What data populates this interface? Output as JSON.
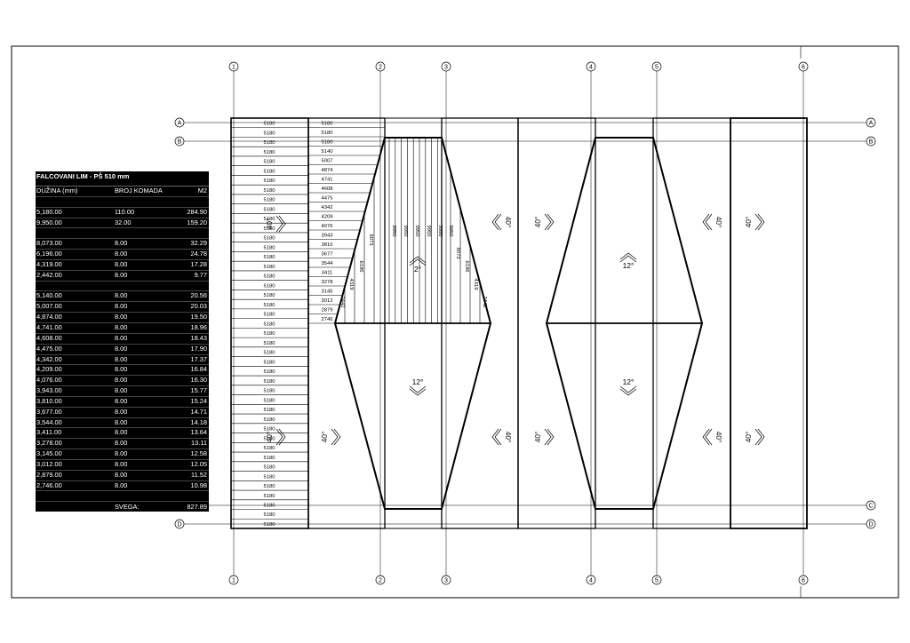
{
  "grid": {
    "columns": [
      "1",
      "2",
      "3",
      "4",
      "5",
      "6"
    ],
    "rows": [
      "A",
      "B",
      "C",
      "D"
    ]
  },
  "strip_labels": {
    "left_strips": [
      "5180",
      "5180",
      "5180",
      "5180",
      "5180",
      "5180",
      "5180",
      "5180",
      "5180",
      "5180",
      "5180",
      "5180",
      "5180",
      "5180",
      "5180",
      "5180",
      "5180",
      "5180",
      "5180",
      "5180",
      "5180",
      "5180",
      "5180",
      "5180",
      "5180",
      "5180",
      "5180",
      "5180",
      "5180",
      "5180",
      "5180",
      "5180",
      "5180",
      "5180",
      "5180",
      "5180",
      "5180",
      "5180",
      "5180",
      "5180",
      "5180",
      "5180",
      "5180"
    ],
    "middle_strips": [
      "5180",
      "5180",
      "5180",
      "5140",
      "5007",
      "4874",
      "4741",
      "4608",
      "4475",
      "4342",
      "4209",
      "4076",
      "3943",
      "3810",
      "3677",
      "3544",
      "3411",
      "3278",
      "3145",
      "3012",
      "2879",
      "2746"
    ],
    "vertical_center": [
      "9950",
      "9950",
      "9950",
      "9950",
      "9950",
      "9950"
    ],
    "vertical_left": [
      "8073",
      "6196",
      "4319",
      "2442"
    ],
    "vertical_right": [
      "8073",
      "6196",
      "4319",
      "2442"
    ]
  },
  "slopes": {
    "s40": "40°",
    "s12": "12°",
    "s2": "2°"
  },
  "table": {
    "title": "FALCOVANI LIM - PŠ 510 mm",
    "headers": [
      "DUŽINA (mm)",
      "BROJ KOMADA",
      "M2"
    ],
    "groups": [
      [
        [
          "5,180.00",
          "110.00",
          "284.90"
        ],
        [
          "9,950.00",
          "32.00",
          "159.20"
        ]
      ],
      [
        [
          "8,073.00",
          "8.00",
          "32.29"
        ],
        [
          "6,196.00",
          "8.00",
          "24.78"
        ],
        [
          "4,319.00",
          "8.00",
          "17.28"
        ],
        [
          "2,442.00",
          "8.00",
          "9.77"
        ]
      ],
      [
        [
          "5,140.00",
          "8.00",
          "20.56"
        ],
        [
          "5,007.00",
          "8.00",
          "20.03"
        ],
        [
          "4,874.00",
          "8.00",
          "19.50"
        ],
        [
          "4,741.00",
          "8.00",
          "18.96"
        ],
        [
          "4,608.00",
          "8.00",
          "18.43"
        ],
        [
          "4,475.00",
          "8.00",
          "17.90"
        ],
        [
          "4,342.00",
          "8.00",
          "17.37"
        ],
        [
          "4,209.00",
          "8.00",
          "16.84"
        ],
        [
          "4,076.00",
          "8.00",
          "16.30"
        ],
        [
          "3,943.00",
          "8.00",
          "15.77"
        ],
        [
          "3,810.00",
          "8.00",
          "15.24"
        ],
        [
          "3,677.00",
          "8.00",
          "14.71"
        ],
        [
          "3,544.00",
          "8.00",
          "14.18"
        ],
        [
          "3,411.00",
          "8.00",
          "13.64"
        ],
        [
          "3,278.00",
          "8.00",
          "13.11"
        ],
        [
          "3,145.00",
          "8.00",
          "12.58"
        ],
        [
          "3,012.00",
          "8.00",
          "12.05"
        ],
        [
          "2,879.00",
          "8.00",
          "11.52"
        ],
        [
          "2,746.00",
          "8.00",
          "10.98"
        ]
      ]
    ],
    "total_label": "SVEGA:",
    "total_value": "827.89"
  }
}
